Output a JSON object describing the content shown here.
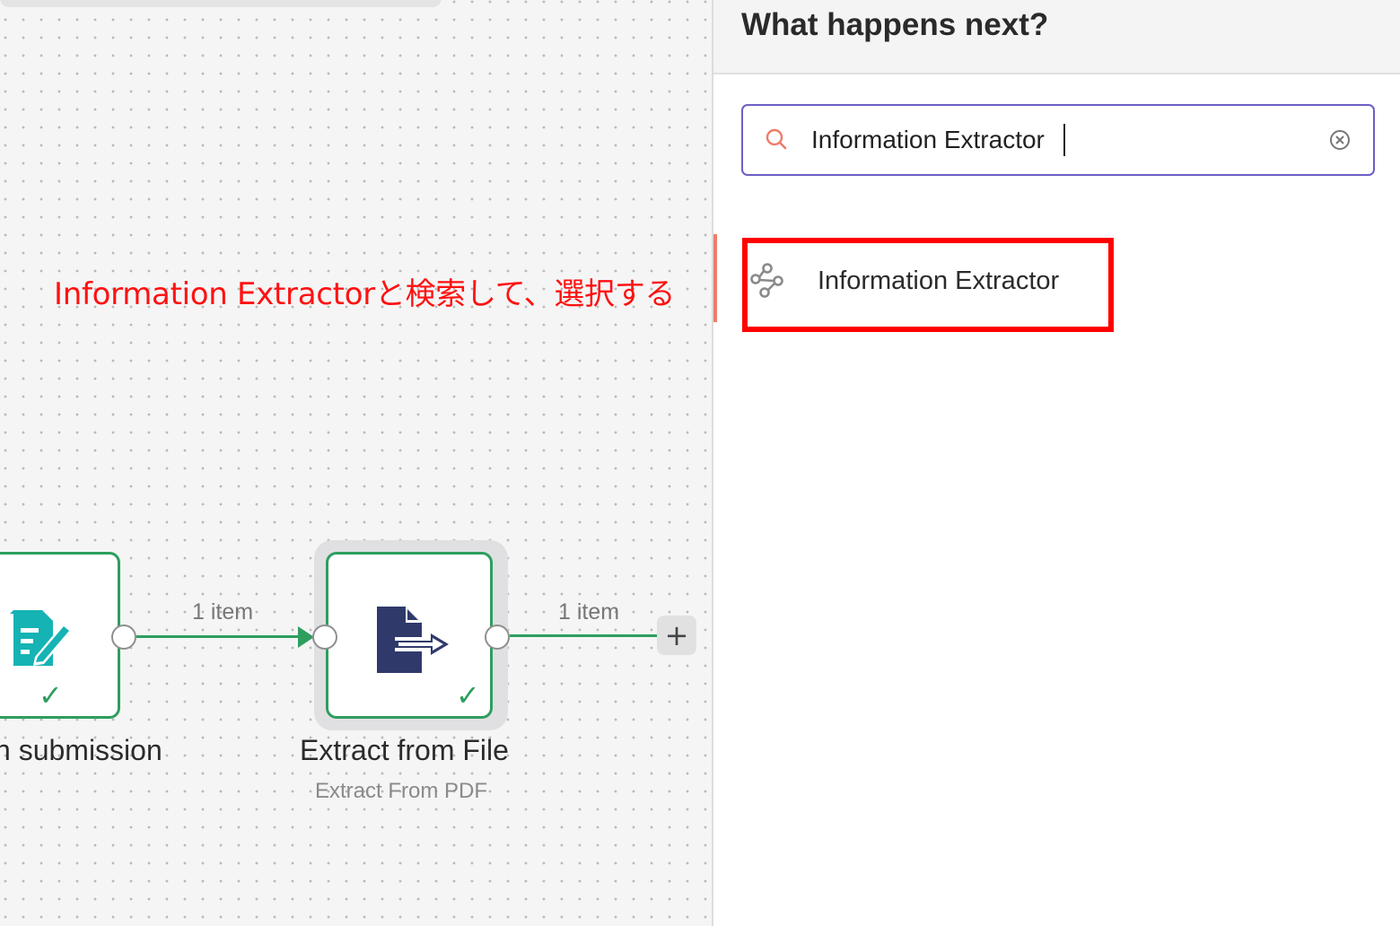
{
  "canvas": {
    "annotation": "Information Extractorと検索して、選択する",
    "nodes": [
      {
        "title": "n submission",
        "icon": "form-pencil-icon",
        "status": "success"
      },
      {
        "title": "Extract from File",
        "subtitle": "Extract From PDF",
        "icon": "file-export-icon",
        "status": "success"
      }
    ],
    "connections": [
      {
        "label": "1 item"
      },
      {
        "label": "1 item"
      }
    ],
    "add_button": "+"
  },
  "panel": {
    "title": "What happens next?",
    "search": {
      "value": "Information Extractor",
      "icon": "search-icon",
      "clear_icon": "clear-circle-icon"
    },
    "results": [
      {
        "label": "Information Extractor",
        "icon": "share-nodes-icon",
        "highlighted": true
      }
    ]
  },
  "colors": {
    "success": "#2e9e5e",
    "annotation": "#ff1111",
    "search_border": "#6c5fc7",
    "highlight_border": "#ff0000",
    "search_icon": "#ef7c6a",
    "file_icon": "#2f3a6b",
    "form_icon": "#16b3b4"
  }
}
